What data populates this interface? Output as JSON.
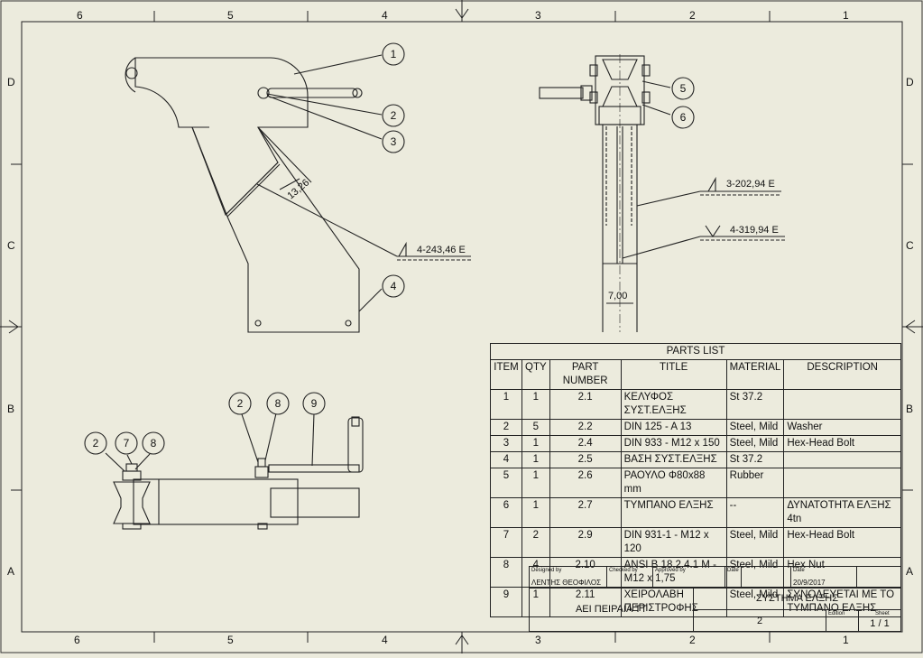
{
  "border": {
    "top_zones": [
      "6",
      "5",
      "4",
      "3",
      "2",
      "1"
    ],
    "bottom_zones": [
      "6",
      "5",
      "4",
      "3",
      "2",
      "1"
    ],
    "side_zones": [
      "D",
      "C",
      "B",
      "A"
    ]
  },
  "balloons": [
    "1",
    "2",
    "3",
    "4",
    "5",
    "6",
    "2",
    "7",
    "8",
    "2",
    "8",
    "9"
  ],
  "dimensions": {
    "thickness_side": "13,26",
    "weld_main": "4-243,46 E",
    "weld_upper": "3-202,94 E",
    "weld_lower": "4-319,94 E",
    "gap": "7,00"
  },
  "parts_list": {
    "title": "PARTS LIST",
    "headers": [
      "ITEM",
      "QTY",
      "PART NUMBER",
      "TITLE",
      "MATERIAL",
      "DESCRIPTION"
    ],
    "rows": [
      [
        "1",
        "1",
        "2.1",
        "ΚΕΛΥΦΟΣ ΣΥΣΤ.ΕΛΞΗΣ",
        "St 37.2",
        ""
      ],
      [
        "2",
        "5",
        "2.2",
        "DIN 125 - A 13",
        "Steel, Mild",
        "Washer"
      ],
      [
        "3",
        "1",
        "2.4",
        "DIN 933 - M12  x 150",
        "Steel, Mild",
        "Hex-Head Bolt"
      ],
      [
        "4",
        "1",
        "2.5",
        "ΒΑΣΗ ΣΥΣΤ.ΕΛΞΗΣ",
        "St 37.2",
        ""
      ],
      [
        "5",
        "1",
        "2.6",
        "ΡΑΟΥΛΟ Φ80x88 mm",
        "Rubber",
        ""
      ],
      [
        "6",
        "1",
        "2.7",
        "ΤΥΜΠΑΝΟ ΕΛΞΗΣ",
        "--",
        "ΔΥΝΑΤΟΤΗΤΑ ΕΛΞΗΣ 4tn"
      ],
      [
        "7",
        "2",
        "2.9",
        "DIN 931-1 - M12 x 120",
        "Steel, Mild",
        "Hex-Head Bolt"
      ],
      [
        "8",
        "4",
        "2.10",
        "ANSI B 18.2.4.1 M - M12 x 1,75",
        "Steel, Mild",
        "Hex Nut"
      ],
      [
        "9",
        "1",
        "2.11",
        "ΧΕΙΡΟΛΑΒΗ ΠΕΡΙΣΤΡΟΦΗΣ",
        "Steel, Mild",
        "ΣΥΝΟΔΕΥΕΤΑΙ ΜΕ ΤΟ ΤΥΜΠΑΝΟ ΕΛΞΗΣ"
      ]
    ]
  },
  "title_block": {
    "designed_by_label": "Designed by",
    "designed_by": "ΛΕΝΤΗΣ ΘΕΟΦΙΛΟΣ",
    "checked_by_label": "Checked by",
    "approved_by_label": "Approved by",
    "date_label": "Date",
    "date_label2": "Date",
    "date": "20/9/2017",
    "organization": "ΑΕΙ ΠΕΙΡΑΙΑ ΤΤ",
    "drawing_title": "ΣΥΣΤΗΜΑ ΕΛΞΗΣ",
    "drawing_number": "2",
    "edition_label": "Edition",
    "sheet_label": "Sheet",
    "sheet": "1 / 1"
  }
}
